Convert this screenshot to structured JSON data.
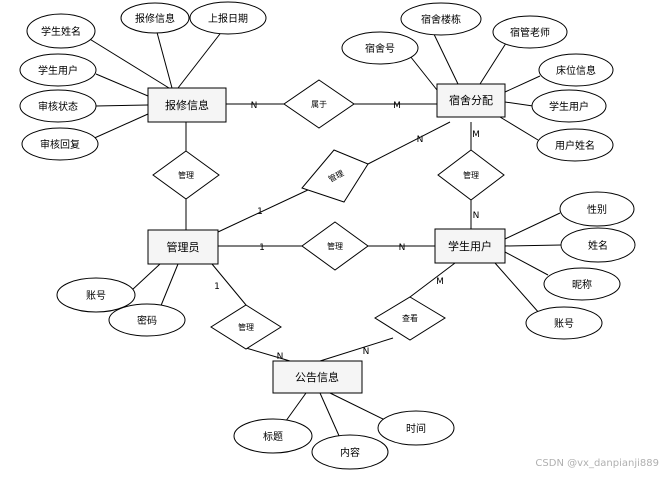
{
  "entities": {
    "repair": "报修信息",
    "dorm": "宿舍分配",
    "admin": "管理员",
    "student": "学生用户",
    "notice": "公告信息"
  },
  "relations": {
    "belongs": "属于",
    "admin_repair": "管理",
    "admin_dorm": "管理",
    "dorm_student": "管理",
    "admin_student": "管理",
    "admin_notice": "管理",
    "student_notice": "查看"
  },
  "attributes": {
    "repair": [
      "学生姓名",
      "报修信息",
      "上报日期",
      "学生用户",
      "审核状态",
      "审核回复"
    ],
    "dorm": [
      "宿舍楼栋",
      "宿管老师",
      "宿舍号",
      "床位信息",
      "学生用户",
      "用户姓名"
    ],
    "admin": [
      "账号",
      "密码"
    ],
    "student": [
      "性别",
      "姓名",
      "昵称",
      "账号"
    ],
    "notice": [
      "标题",
      "内容",
      "时间"
    ]
  },
  "cardinalities": {
    "repair_belongs": "N",
    "belongs_dorm": "M",
    "admin_dormrel": "1",
    "dormrel_dorm": "N",
    "dorm_dsrel": "M",
    "dsrel_student": "N",
    "admin_asrel": "1",
    "asrel_student": "N",
    "admin_anrel": "1",
    "anrel_notice": "N",
    "student_snrel": "M",
    "snrel_notice": "N"
  },
  "watermark": "CSDN @vx_danpianji889"
}
